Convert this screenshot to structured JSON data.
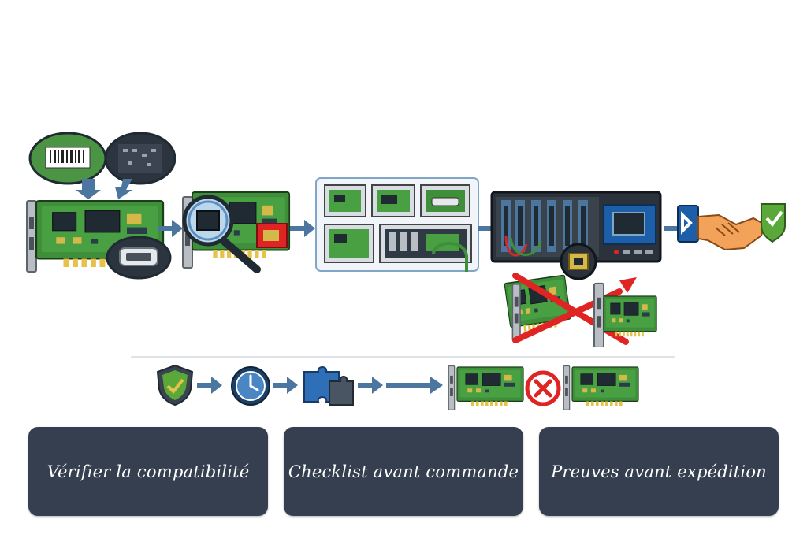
{
  "colors": {
    "pcb": "#3f8f3a",
    "pcb_dark": "#2c6b2a",
    "chip": "#1f2a33",
    "arrow": "#4a76a0",
    "panel": "#363f50",
    "red": "#e02424",
    "check_green": "#5aa83a"
  },
  "top_flow": {
    "steps": [
      {
        "icon": "pcb-card-with-callouts-icon"
      },
      {
        "icon": "magnifier-inspection-icon"
      },
      {
        "icon": "component-grid-icon"
      },
      {
        "icon": "server-rack-icon"
      },
      {
        "icon": "handshake-icon"
      }
    ],
    "rejected_swap": {
      "icon": "crossed-out-card-swap-icon"
    }
  },
  "bottom_flow": {
    "icons": [
      "shield-check-icon",
      "clock-icon",
      "puzzle-icon",
      "pcb-card-icon",
      "no-entry-icon",
      "pcb-card-icon"
    ]
  },
  "panels": [
    {
      "label": "Vérifier la compatibilité"
    },
    {
      "label": "Checklist avant commande"
    },
    {
      "label": "Preuves avant expédition"
    }
  ]
}
